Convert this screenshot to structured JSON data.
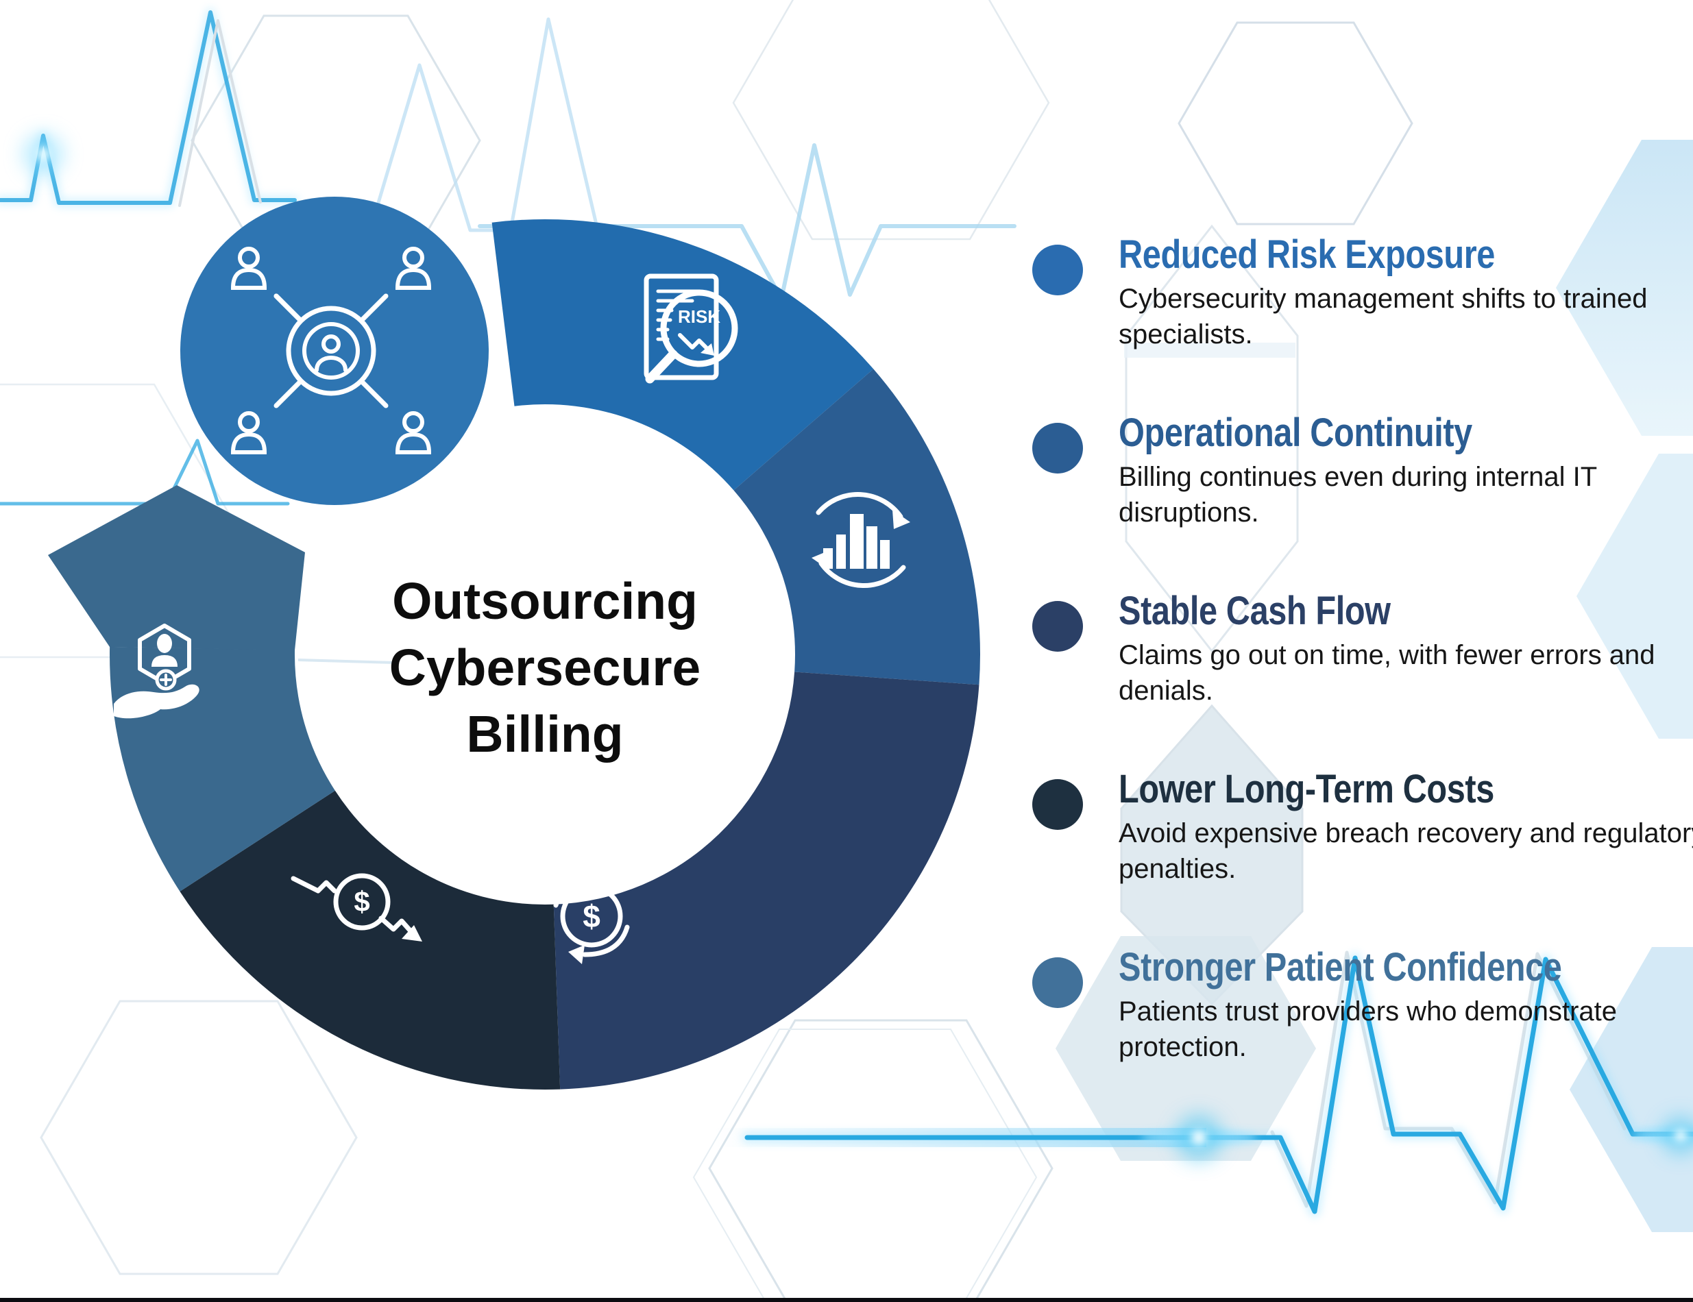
{
  "title": {
    "line1": "Outsourcing",
    "line2": "Cybersecure",
    "line3": "Billing"
  },
  "cycle": {
    "hub_icon": "people-network-icon",
    "hub_color": "#2E75B2",
    "arrow_color": "#3A698E",
    "risk_label": "RISK",
    "dollar_symbol": "$",
    "segments": [
      {
        "id": "reduced-risk",
        "color": "#226CAE",
        "icon": "risk-document-icon",
        "start": -97,
        "end": -41
      },
      {
        "id": "operational-continuity",
        "color": "#2B5D92",
        "icon": "chart-cycle-icon",
        "start": -41,
        "end": 4
      },
      {
        "id": "stable-cash-flow",
        "color": "#293F66",
        "icon": "money-cycle-icon",
        "start": 4,
        "end": 88
      },
      {
        "id": "lower-long-term-costs",
        "color": "#1C2B3A",
        "icon": "money-decline-icon",
        "start": 88,
        "end": 147
      },
      {
        "id": "patient-confidence",
        "color": "#3A698E",
        "icon": "care-hand-icon",
        "start": 147,
        "end": 181
      }
    ]
  },
  "benefits": [
    {
      "heading": "Reduced Risk Exposure",
      "description": "Cybersecurity management shifts to trained specialists.",
      "color": "#2A6CB0"
    },
    {
      "heading": "Operational Continuity",
      "description": "Billing continues even during internal IT disruptions.",
      "color": "#2B5D93"
    },
    {
      "heading": "Stable Cash Flow",
      "description": "Claims go out on time, with fewer errors and denials.",
      "color": "#2B4066"
    },
    {
      "heading": "Lower Long-Term Costs",
      "description": "Avoid expensive breach recovery and regulatory penalties.",
      "color": "#1E3040"
    },
    {
      "heading": "Stronger Patient Confidence",
      "description": "Patients trust providers who demonstrate protection.",
      "color": "#41719A"
    }
  ],
  "colors": {
    "ecg_bright": "#2FA8E0",
    "ecg_glow": "#8FDEFF",
    "ecg_soft": "#BFE0F4",
    "hex_outline": "#D7E0E8",
    "hex_fill_blue": "#D6EBF7",
    "hex_fill_gray": "#DEE9EF",
    "bottom_bar": "#0C0C10",
    "title_color": "#0D0D0D"
  }
}
